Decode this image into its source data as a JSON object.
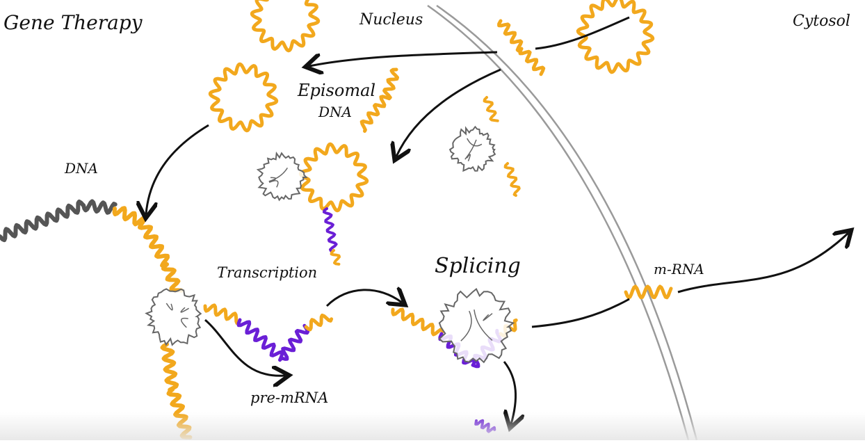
{
  "labels": {
    "title": "Gene Therapy",
    "nucleus": "Nucleus",
    "cytosol": "Cytosol",
    "episomal_line1": "Episomal",
    "episomal_line2": "DNA",
    "dna": "DNA",
    "transcription": "Transcription",
    "splicing": "Splicing",
    "mrna": "m-RNA",
    "pre_mrna": "pre-mRNA"
  },
  "colors": {
    "dna_gene": "#f2a81d",
    "dna_host": "#555555",
    "rna_intron": "#6a1fd6",
    "protein_outline": "#666666",
    "arrow": "#111111",
    "membrane": "#9a9a9a"
  }
}
